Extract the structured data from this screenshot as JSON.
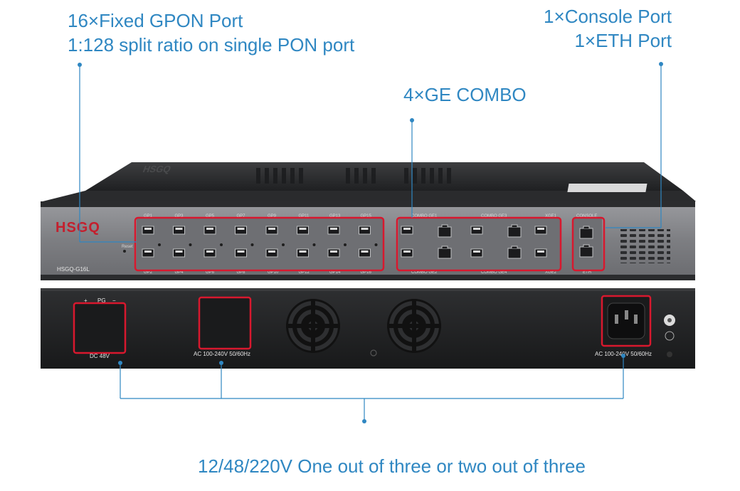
{
  "colors": {
    "callout": "#2f87c2",
    "highlight": "#d8182e",
    "chassis": "#2a2b2d",
    "panel": "#7f8084",
    "brand": "#c41f2d"
  },
  "callouts": {
    "gpon": {
      "line1": "16×Fixed GPON Port",
      "line2": "1:128 split ratio on single PON port"
    },
    "console": {
      "line1": "1×Console Port",
      "line2": "1×ETH Port"
    },
    "combo": "4×GE COMBO",
    "power": "12/48/220V One out of three or two out of three"
  },
  "device": {
    "brand": "HSGQ",
    "model": "HSGQ-G16L",
    "top_logo": "HSGQ",
    "reset_label": "Reset",
    "pon_top_labels": [
      "GP1",
      "GP3",
      "GP5",
      "GP7",
      "GP9",
      "GP11",
      "GP13",
      "GP15"
    ],
    "pon_bottom_labels": [
      "GP2",
      "GP4",
      "GP6",
      "GP8",
      "GP10",
      "GP12",
      "GP14",
      "GP16"
    ],
    "combo_top_labels": [
      "COMBO GE1",
      "COMBO GE3",
      "XGE1"
    ],
    "combo_bottom_labels": [
      "COMBO GE2",
      "COMBO GE4",
      "XGE2"
    ],
    "console_label": "CONSOLE",
    "eth_label": "ETH",
    "rear": {
      "dc_label": "DC 48V",
      "dc_polarity": [
        "+",
        "PG",
        "−"
      ],
      "ac_label_left": "AC 100-240V 50/60Hz",
      "ac_label_right": "AC 100-240V 50/60Hz"
    }
  }
}
